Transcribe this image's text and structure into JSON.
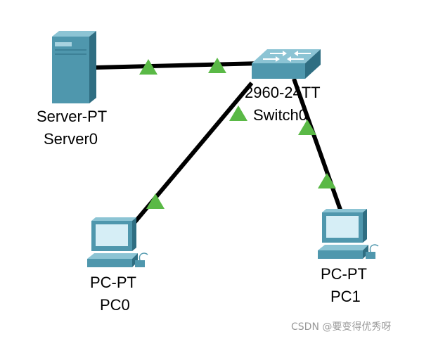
{
  "devices": {
    "server": {
      "model": "Server-PT",
      "name": "Server0",
      "icon": "server-icon"
    },
    "switch": {
      "model": "2960-24TT",
      "name": "Switch0",
      "icon": "switch-icon"
    },
    "pc0": {
      "model": "PC-PT",
      "name": "PC0",
      "icon": "pc-icon"
    },
    "pc1": {
      "model": "PC-PT",
      "name": "PC1",
      "icon": "pc-icon"
    }
  },
  "links": [
    {
      "from": "server",
      "to": "switch",
      "status": "up"
    },
    {
      "from": "switch",
      "to": "pc0",
      "status": "up"
    },
    {
      "from": "switch",
      "to": "pc1",
      "status": "up"
    }
  ],
  "colors": {
    "link": "#000000",
    "link_up_indicator": "#5ab946",
    "device_teal": "#4f97ad",
    "device_dark": "#2f6e82"
  },
  "watermark": "CSDN @要变得优秀呀"
}
